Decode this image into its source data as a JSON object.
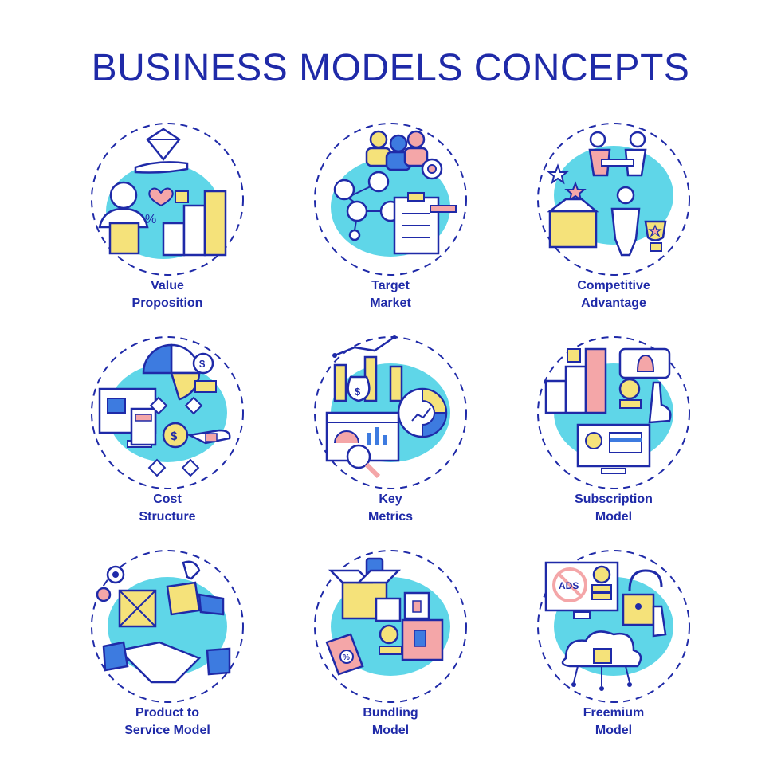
{
  "title": "BUSINESS MODELS CONCEPTS",
  "colors": {
    "outline": "#1f2aa8",
    "cyan": "#5fd6e8",
    "yellow": "#f5e27a",
    "pink": "#f4a6a8",
    "blue": "#3d7be0"
  },
  "items": [
    {
      "line1": "Value",
      "line2": "Proposition",
      "icon": "value-proposition-icon"
    },
    {
      "line1": "Target",
      "line2": "Market",
      "icon": "target-market-icon"
    },
    {
      "line1": "Competitive",
      "line2": "Advantage",
      "icon": "competitive-advantage-icon"
    },
    {
      "line1": "Cost",
      "line2": "Structure",
      "icon": "cost-structure-icon"
    },
    {
      "line1": "Key",
      "line2": "Metrics",
      "icon": "key-metrics-icon"
    },
    {
      "line1": "Subscription",
      "line2": "Model",
      "icon": "subscription-model-icon"
    },
    {
      "line1": "Product to",
      "line2": "Service Model",
      "icon": "product-to-service-icon"
    },
    {
      "line1": "Bundling",
      "line2": "Model",
      "icon": "bundling-model-icon"
    },
    {
      "line1": "Freemium",
      "line2": "Model",
      "icon": "freemium-model-icon"
    }
  ],
  "icon_text": {
    "ads": "ADS",
    "percent": "%",
    "dollar": "$"
  }
}
